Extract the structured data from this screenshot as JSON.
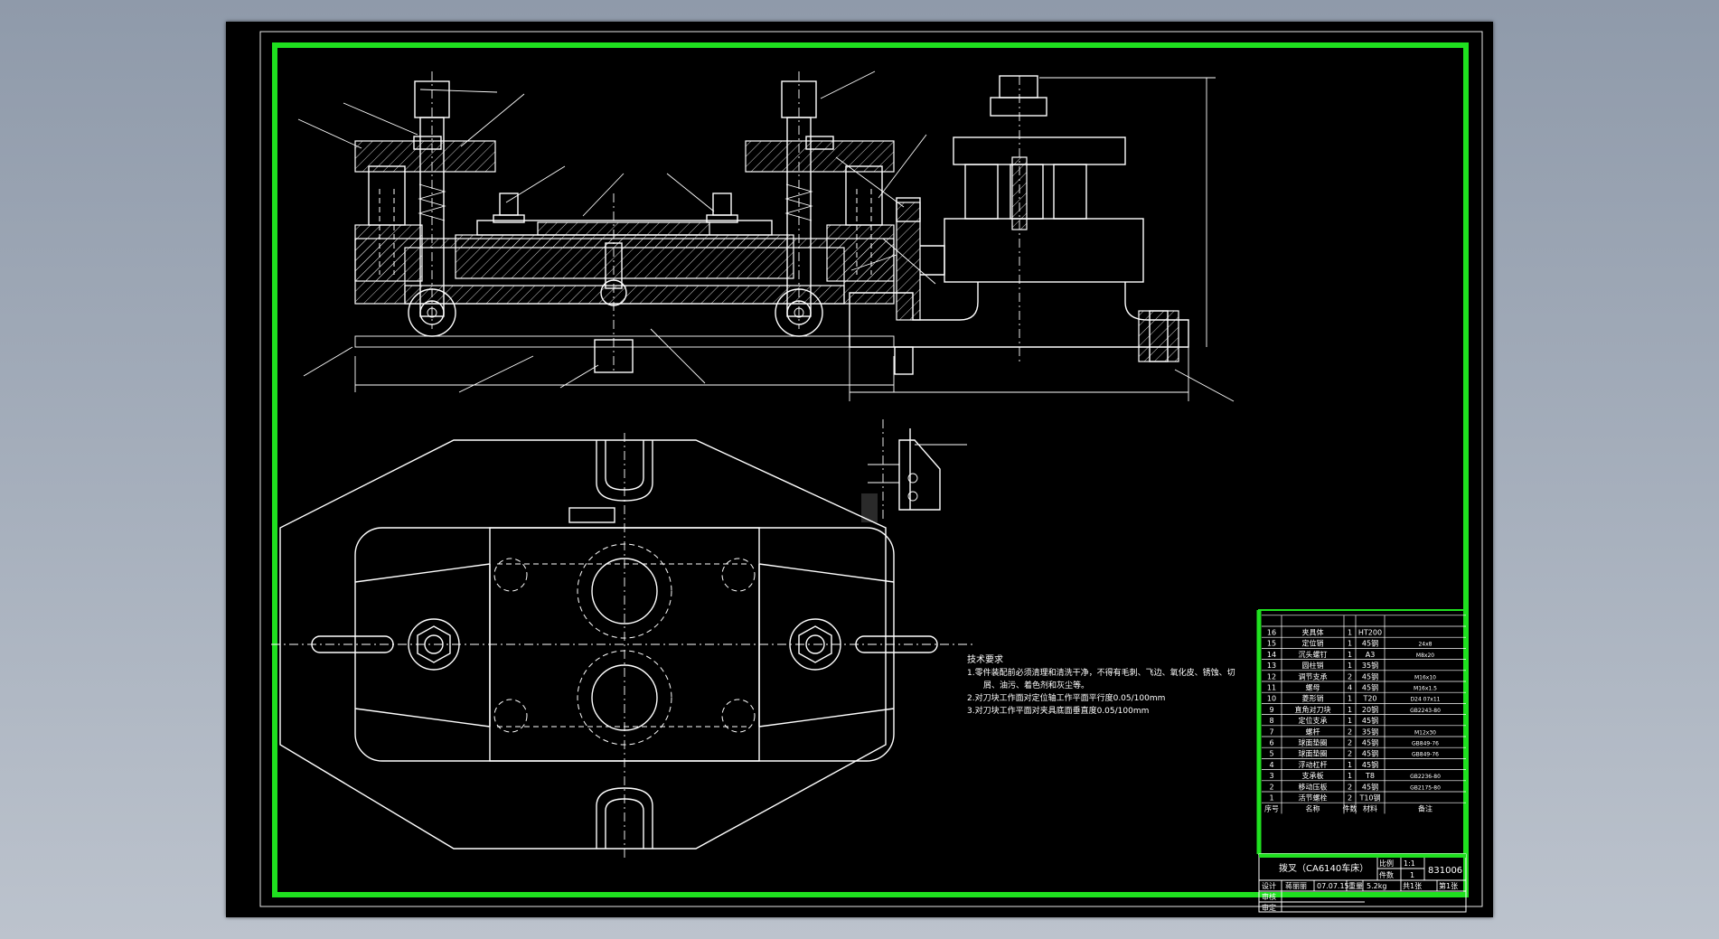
{
  "colors": {
    "background": "#000000",
    "frame": "#1fe01f",
    "lines": "#ffffff",
    "desktop": "#a7b0bd"
  },
  "tech_requirements": {
    "title": "技术要求",
    "lines": [
      "1.零件装配前必须清理和清洗干净，不得有毛刺、飞边、氧化皮、锈蚀、切",
      "屑、油污、着色剂和灰尘等。",
      "2.对刀块工作面对定位轴工作平面平行度0.05/100mm",
      "3.对刀块工作平面对夹具底面垂直度0.05/100mm"
    ]
  },
  "bom": {
    "rows": [
      {
        "no": "16",
        "name": "夹具体",
        "qty": "1",
        "mat": "HT200",
        "note": ""
      },
      {
        "no": "15",
        "name": "定位销",
        "qty": "1",
        "mat": "45钢",
        "note": "24x8"
      },
      {
        "no": "14",
        "name": "沉头螺钉",
        "qty": "1",
        "mat": "A3",
        "note": "M8x20"
      },
      {
        "no": "13",
        "name": "圆柱销",
        "qty": "1",
        "mat": "35钢",
        "note": ""
      },
      {
        "no": "12",
        "name": "调节支承",
        "qty": "2",
        "mat": "45钢",
        "note": "M16x10"
      },
      {
        "no": "11",
        "name": "螺母",
        "qty": "4",
        "mat": "45钢",
        "note": "M16x1.5"
      },
      {
        "no": "10",
        "name": "菱形销",
        "qty": "1",
        "mat": "T20",
        "note": "D24 07x11"
      },
      {
        "no": "9",
        "name": "直角对刀块",
        "qty": "1",
        "mat": "20钢",
        "note": "GB2243-80"
      },
      {
        "no": "8",
        "name": "定位支承",
        "qty": "1",
        "mat": "45钢",
        "note": ""
      },
      {
        "no": "7",
        "name": "螺杆",
        "qty": "2",
        "mat": "35钢",
        "note": "M12x30"
      },
      {
        "no": "6",
        "name": "球面垫圈",
        "qty": "2",
        "mat": "45钢",
        "note": "GB849-76"
      },
      {
        "no": "5",
        "name": "球面垫圈",
        "qty": "2",
        "mat": "45钢",
        "note": "GB849-76"
      },
      {
        "no": "4",
        "name": "浮动杠杆",
        "qty": "1",
        "mat": "45钢",
        "note": ""
      },
      {
        "no": "3",
        "name": "支承板",
        "qty": "1",
        "mat": "T8",
        "note": "GB2236-80"
      },
      {
        "no": "2",
        "name": "移动压板",
        "qty": "2",
        "mat": "45钢",
        "note": "GB2175-80"
      },
      {
        "no": "1",
        "name": "活节螺栓",
        "qty": "2",
        "mat": "T10钢",
        "note": ""
      }
    ],
    "header": {
      "no": "序号",
      "name": "名称",
      "qty": "件数",
      "mat": "材料",
      "note": "备注"
    }
  },
  "title_block": {
    "part_name": "拨叉（CA6140车床）",
    "scale_label": "比例",
    "scale": "1:1",
    "count_label": "件数",
    "count": "1",
    "drawing_no": "831006",
    "design_label": "设计",
    "designer": "蒋丽丽",
    "date": "07.07.15",
    "weight_label": "重量",
    "weight": "5.2kg",
    "sheets": "共1张",
    "sheet": "第1张",
    "review_label": "审核",
    "approve_label": "审定"
  }
}
